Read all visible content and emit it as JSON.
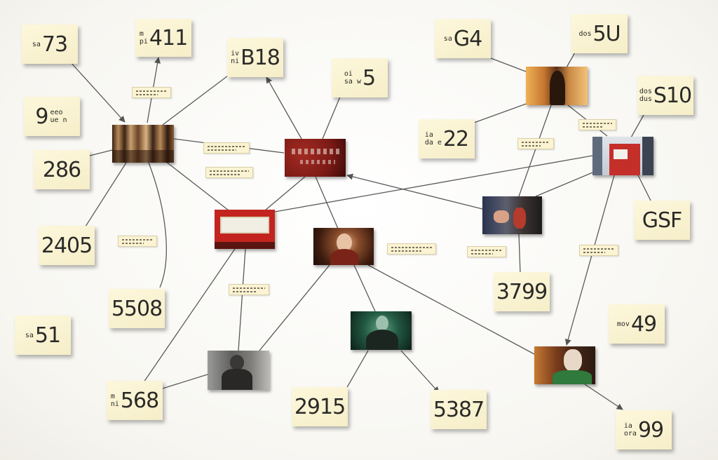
{
  "notes": [
    {
      "id": "n-73",
      "pre": [
        "sa"
      ],
      "num": "73"
    },
    {
      "id": "n-411",
      "pre": [
        "m",
        "pi"
      ],
      "num": "411"
    },
    {
      "id": "n-b18",
      "pre": [
        "iv",
        "ni"
      ],
      "num": "B18"
    },
    {
      "id": "n-5",
      "pre": [
        "oi",
        "sa w"
      ],
      "num": "5"
    },
    {
      "id": "n-g4",
      "pre": [
        "sa"
      ],
      "num": "G4"
    },
    {
      "id": "n-5u",
      "pre": [
        "dos"
      ],
      "num": "5U"
    },
    {
      "id": "n-9",
      "pre": [],
      "num": "9",
      "side": [
        "eeo",
        "ue n"
      ]
    },
    {
      "id": "n-s10",
      "pre": [
        "dos",
        "dus"
      ],
      "num": "S10"
    },
    {
      "id": "n-22",
      "pre": [
        "ia",
        "da e"
      ],
      "num": "22"
    },
    {
      "id": "n-286",
      "pre": [],
      "num": "286"
    },
    {
      "id": "n-gsf",
      "pre": [],
      "num": "GSF"
    },
    {
      "id": "n-2405",
      "pre": [],
      "num": "2405"
    },
    {
      "id": "n-3799",
      "pre": [],
      "num": "3799"
    },
    {
      "id": "n-5508",
      "pre": [],
      "num": "5508"
    },
    {
      "id": "n-51",
      "pre": [
        "sa"
      ],
      "num": "51"
    },
    {
      "id": "n-49",
      "pre": [
        "mov"
      ],
      "num": "49"
    },
    {
      "id": "n-568",
      "pre": [
        "m",
        "ni"
      ],
      "num": "568"
    },
    {
      "id": "n-2915",
      "pre": [],
      "num": "2915"
    },
    {
      "id": "n-5387",
      "pre": [],
      "num": "5387"
    },
    {
      "id": "n-99",
      "pre": [
        "ia",
        "ora"
      ],
      "num": "99"
    }
  ],
  "photos": [
    {
      "id": "p-curtain",
      "depicts": "curtain-room-photo"
    },
    {
      "id": "p-red-wall",
      "depicts": "red-wall-photo"
    },
    {
      "id": "p-red-frame",
      "depicts": "red-frame-photo"
    },
    {
      "id": "p-old-woman",
      "depicts": "old-woman-photo"
    },
    {
      "id": "p-fire-figure",
      "depicts": "fire-figure-photo"
    },
    {
      "id": "p-doorway",
      "depicts": "doorway-photo"
    },
    {
      "id": "p-hands",
      "depicts": "hands-photo"
    },
    {
      "id": "p-green-man",
      "depicts": "green-man-photo"
    },
    {
      "id": "p-gray-figure",
      "depicts": "gray-figure-photo"
    },
    {
      "id": "p-masked-man",
      "depicts": "masked-man-photo"
    }
  ]
}
